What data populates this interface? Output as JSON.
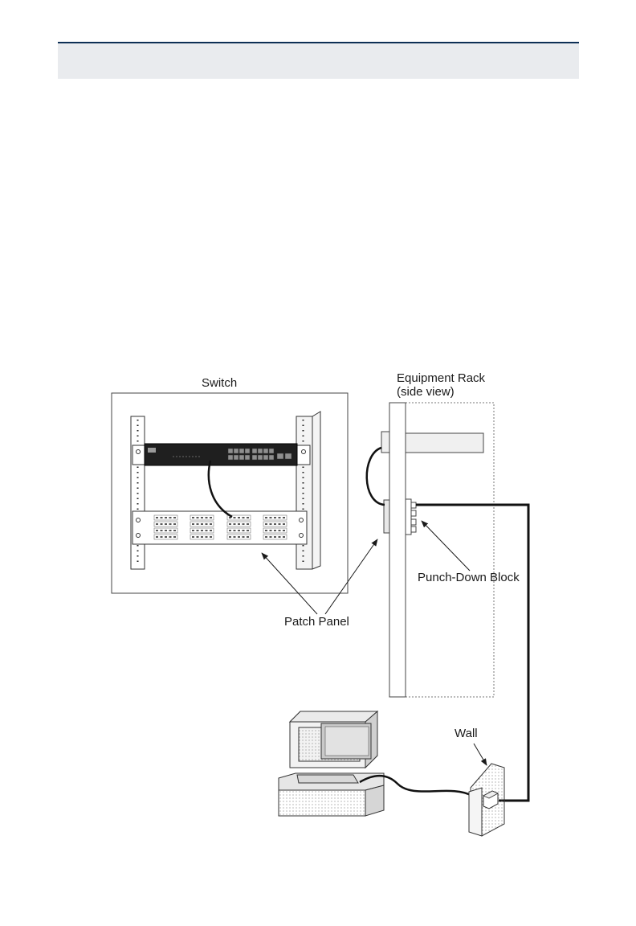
{
  "labels": {
    "switch": "Switch",
    "rack_line1": "Equipment Rack",
    "rack_line2": "(side view)",
    "punch_down_block": "Punch-Down Block",
    "patch_panel": "Patch Panel",
    "wall": "Wall"
  },
  "colors": {
    "header_rule": "#0d2f55",
    "header_fill": "#e9ebee",
    "ink": "#1a1a1a",
    "switch_body": "#1f1f1f"
  }
}
